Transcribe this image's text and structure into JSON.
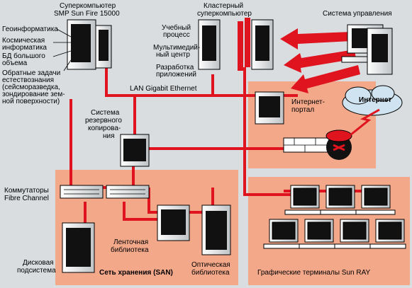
{
  "labels": {
    "supercomputer_line1": "Суперкомпьютер",
    "supercomputer_line2": "SMP Sun Fire 15000",
    "geoinformatics": "Геоинформатика",
    "space_informatics_1": "Космическая",
    "space_informatics_2": "информатика",
    "bigdata_1": "БД большого",
    "bigdata_2": "объема",
    "inverse_1": "Обратные задачи",
    "inverse_2": "естествознания",
    "inverse_3": "(сейсморазведка,",
    "inverse_4": "зондирование зем-",
    "inverse_5": "ной поверхности)",
    "cluster_line1": "Кластерный",
    "cluster_line2": "суперкомпьютер",
    "edu_1": "Учебный",
    "edu_2": "процесс",
    "mm_1": "Мультимедий-",
    "mm_2": "ный центр",
    "dev_1": "Разработка",
    "dev_2": "приложений",
    "control_system": "Система управления",
    "lan": "LAN Gigabit Ethernet",
    "internet_portal_1": "Интернет-",
    "internet_portal_2": "портал",
    "internet": "Интернет",
    "backup_1": "Система",
    "backup_2": "резервного",
    "backup_3": "копирова-",
    "backup_4": "ния",
    "fc_1": "Коммутаторы",
    "fc_2": "Fibre Channel",
    "tape_1": "Ленточная",
    "tape_2": "библиотека",
    "disk_1": "Дисковая",
    "disk_2": "подсистема",
    "san": "Сеть хранения (SAN)",
    "optical_1": "Оптическая",
    "optical_2": "библиотека",
    "terminals": "Графические терминалы Sun RAY"
  },
  "colors": {
    "background": "#d9dde0",
    "panel": "#f4a88a",
    "link": "#e0141e",
    "equipment_light": "#ffffff",
    "equipment_dark": "#111111",
    "cloud": "#cfe3f0"
  }
}
